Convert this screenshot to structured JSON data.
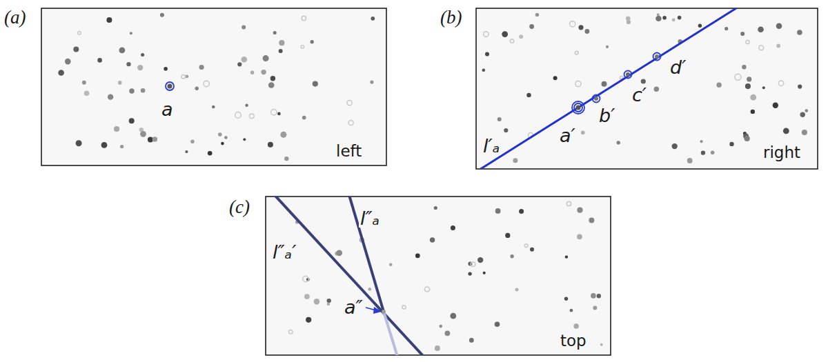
{
  "diagram": {
    "labels": [
      "(a)",
      "a",
      "left",
      "(b)",
      "l′ₐ",
      "a′",
      "b′",
      "c′",
      "d′",
      "right",
      "(c)",
      "l″ₐ′",
      "l″ₐ",
      "a″",
      "top"
    ]
  }
}
